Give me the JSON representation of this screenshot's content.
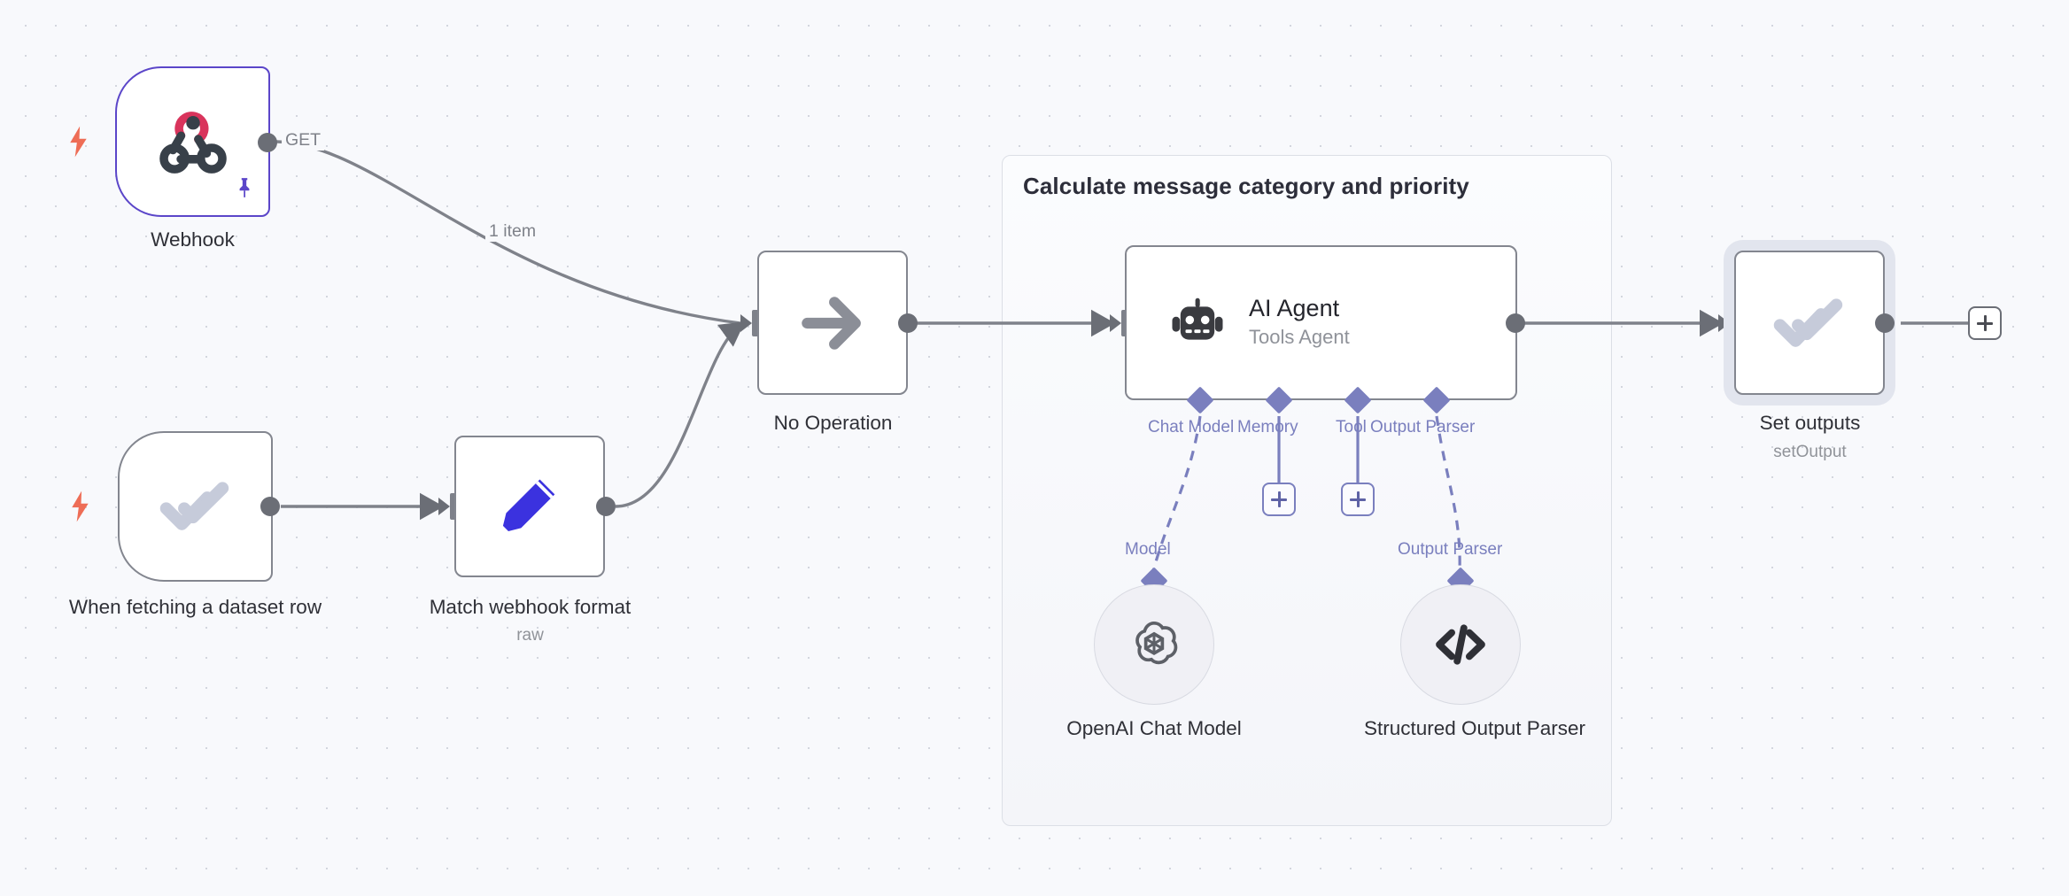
{
  "canvas": {
    "background_color": "#f8f9fc",
    "grid_dot_color": "#d3d6de",
    "accent_purple": "#7a7fbe",
    "trigger_bolt_color": "#ee6d56",
    "node_border_color": "#83868f"
  },
  "group": {
    "title": "Calculate message category and priority"
  },
  "nodes": {
    "webhook": {
      "label": "Webhook",
      "icon": "webhook-icon",
      "output_label": "GET",
      "pinned": true,
      "trigger": true
    },
    "fetch_dataset": {
      "label": "When fetching a dataset row",
      "icon": "double-check-icon",
      "trigger": true
    },
    "match_webhook": {
      "label": "Match webhook format",
      "sublabel": "raw",
      "icon": "pencil-icon"
    },
    "no_operation": {
      "label": "No Operation",
      "icon": "arrow-right-icon"
    },
    "ai_agent": {
      "title": "AI Agent",
      "subtitle": "Tools Agent",
      "icon": "robot-icon"
    },
    "set_outputs": {
      "label": "Set outputs",
      "sublabel": "setOutput",
      "icon": "double-check-icon",
      "selected": true
    },
    "openai_chat_model": {
      "label": "OpenAI Chat Model",
      "icon": "openai-icon",
      "connector_label": "Model"
    },
    "structured_output_parser": {
      "label": "Structured Output Parser",
      "icon": "code-brackets-icon",
      "connector_label": "Output Parser"
    }
  },
  "agent_connectors": [
    {
      "label": "Chat Model"
    },
    {
      "label": "Memory"
    },
    {
      "label": "Tool"
    },
    {
      "label": "Output Parser"
    }
  ],
  "edges": {
    "webhook_to_noop_label": "1 item"
  },
  "buttons": {
    "add_memory": "+",
    "add_tool": "+",
    "add_next_node": "+"
  }
}
